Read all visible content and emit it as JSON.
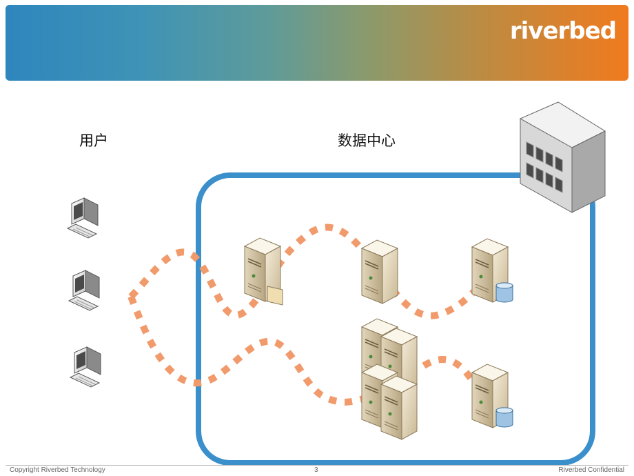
{
  "header": {
    "logo_text": "riverbed",
    "colors": {
      "start": "#2e86bd",
      "end": "#f07a1e"
    }
  },
  "diagram": {
    "users_label": "用户",
    "datacenter_label": "数据中心",
    "accent_color": "#3b8fcb",
    "flow_color": "#f19a6b",
    "icons": [
      "computer-icon",
      "server-icon",
      "database-server-icon",
      "server-cluster-icon",
      "building-icon"
    ]
  },
  "footer": {
    "copyright": "Copyright Riverbed Technology",
    "page_number": "3",
    "confidential": "Riverbed Confidential"
  }
}
